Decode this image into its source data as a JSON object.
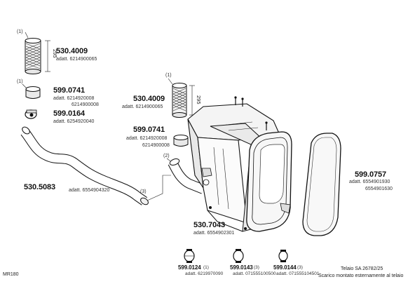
{
  "callouts": {
    "c1": "(1)",
    "c2": "(2)",
    "c3": "(3)"
  },
  "parts": {
    "flex_left": {
      "code": "530.4009",
      "note": "adatt. 6214900065",
      "dim": "295",
      "qty": "(1)"
    },
    "ring_left": {
      "code": "599.0741",
      "note1": "adatt. 6214920008",
      "note2": "6214900008",
      "qty": "(1)"
    },
    "clamp_left": {
      "code": "599.0164",
      "note": "adatt. 6254920040"
    },
    "pipe": {
      "code": "530.5083",
      "note": "adatt. 6554904320"
    },
    "flex_center": {
      "code": "530.4009",
      "note": "adatt. 6214900065",
      "dim": "295",
      "qty": "(1)"
    },
    "ring_center": {
      "code": "599.0741",
      "note1": "adatt. 6214920008",
      "note2": "6214900008",
      "qty": "(2)"
    },
    "muffler": {
      "code": "530.7043",
      "note": "adatt. 6554902301"
    },
    "cover": {
      "code": "599.0757",
      "note1": "adatt. 6554901930",
      "note2": "6554901630"
    },
    "clamp1": {
      "code": "599.0124",
      "qty": "(1)",
      "note": "adatt. 6219970090"
    },
    "clamp2": {
      "code": "599.0143",
      "qty": "(3)",
      "note": "adatt. 071555100500"
    },
    "clamp3": {
      "code": "599.0144",
      "qty": "(3)",
      "note": "adatt. 071555104501"
    }
  },
  "footer": {
    "left_ref": "MR180",
    "frame": "Telaio SA 26782/25",
    "mount": "Scarico montato esternamente al telaio"
  }
}
